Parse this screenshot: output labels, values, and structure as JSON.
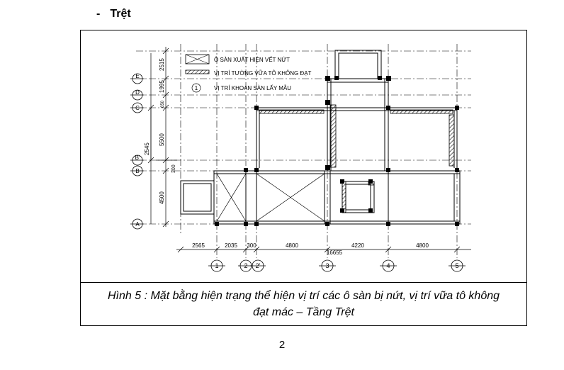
{
  "heading": {
    "bullet": "-",
    "text": "Trệt"
  },
  "legend": {
    "crack": "Ô SÀN XUẤT HIỆN VẾT NỨT",
    "wall": "VỊ TRÍ TƯỜNG VỮA TÔ KHÔNG ĐẠT",
    "core_symbol": "1",
    "core": "VỊ TRÍ KHOAN SÀN LẤY MẪU"
  },
  "grid_rows": [
    "E",
    "D",
    "C",
    "B'",
    "B",
    "A"
  ],
  "grid_cols": [
    "1",
    "2",
    "2'",
    "3",
    "4",
    "5"
  ],
  "dims_vertical": [
    "2515",
    "1995",
    "650",
    "5500",
    "2545",
    "300",
    "4500"
  ],
  "dims_horizontal": [
    "2565",
    "2035",
    "300",
    "4800",
    "4220",
    "4800"
  ],
  "dim_total": "16655",
  "caption": {
    "line1": "Hình 5 : Mặt bằng hiện trạng thể hiện vị trí các ô sàn bị nứt, vị trí vữa tô không",
    "line2": "đạt mác – Tầng Trệt"
  },
  "page_number": "2"
}
